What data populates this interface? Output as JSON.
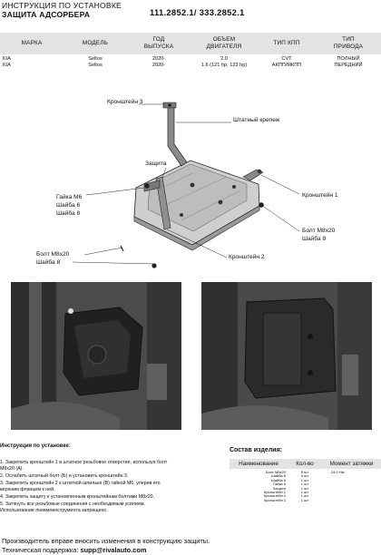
{
  "header": {
    "line1": "ИНСТРУКЦИЯ ПО УСТАНОВКЕ",
    "line2": "ЗАЩИТА АДСОРБЕРА",
    "codes": "111.2852.1/ 333.2852.1"
  },
  "spec_table": {
    "headers": [
      {
        "line1": "МАРКА",
        "line2": ""
      },
      {
        "line1": "МОДЕЛЬ",
        "line2": ""
      },
      {
        "line1": "ГОД",
        "line2": "ВЫПУСКА"
      },
      {
        "line1": "ОБЪЕМ",
        "line2": "ДВИГАТЕЛЯ"
      },
      {
        "line1": "ТИП КПП",
        "line2": ""
      },
      {
        "line1": "ТИП",
        "line2": "ПРИВОДА"
      }
    ],
    "rows": [
      [
        "KIA",
        "Seltos",
        "2020-",
        "2.0",
        "CVT",
        "ПОЛНЫЙ"
      ],
      [
        "KIA",
        "Seltos",
        "2020-",
        "1.6 (121 hp; 123 hp)",
        "АКПП/МКПП",
        "ПЕРЕДНИЙ"
      ]
    ]
  },
  "diagram": {
    "labels": {
      "bracket3": "Кронштейн 3",
      "standard_mount": "Штатный крепеж",
      "guard": "Защита",
      "nut_line1": "Гайка М6",
      "nut_line2": "Шайба 6",
      "nut_line3": "Шайба 8",
      "bracket1": "Кронштейн 1",
      "bolt_right_line1": "Болт M8x20",
      "bolt_right_line2": "Шайба 8",
      "bolt_left_line1": "Болт M8x20",
      "bolt_left_line2": "Шайба 8",
      "bracket2": "Кронштейн 2"
    }
  },
  "instructions": {
    "title": "Инструкция по установке:",
    "steps": [
      "1. Закрепить кронштейн 1 в штатное резьбовое отверстие, используя болт\nМ8х20 (А).",
      "2. Ослабить штатный болт (Б) и установить кронштейн 3.",
      "3. Закрепить кронштейн 2 к штатной шпильке (В) гайкой М6, уперев его\nверхним фланцем к ней.",
      "4. Закрепить защиту к установленным кронштейнам болтами M8x20.",
      "5. Затянуть все резьбовые соединения с необходимым усилием.",
      "Использование пневмоинструмента запрещено."
    ]
  },
  "parts": {
    "title": "Состав изделия:",
    "headers": [
      "Наименование",
      "Кол-во",
      "Момент затяжки"
    ],
    "rows": [
      {
        "name": "Болт M8x20",
        "qty": "8 шт",
        "torque": "24.0 Нм"
      },
      {
        "name": "Шайба 8",
        "qty": "9 шт",
        "torque": ""
      },
      {
        "name": "Шайба 6",
        "qty": "1 шт",
        "torque": ""
      },
      {
        "name": "Гайка 6",
        "qty": "1 шт",
        "torque": ""
      },
      {
        "name": "Защита",
        "qty": "1 шт",
        "torque": ""
      },
      {
        "name": "Кронштейн 1",
        "qty": "1 шт",
        "torque": ""
      },
      {
        "name": "Кронштейн 2",
        "qty": "1 шт",
        "torque": ""
      },
      {
        "name": "Кронштейн 3",
        "qty": "1 шт",
        "torque": ""
      }
    ]
  },
  "footer": {
    "line1": "Производитель вправе вносить изменения в конструкцию защиты.",
    "line2_label": "Техническая поддержка: ",
    "line2_email": "supp@rivalauto.com"
  }
}
